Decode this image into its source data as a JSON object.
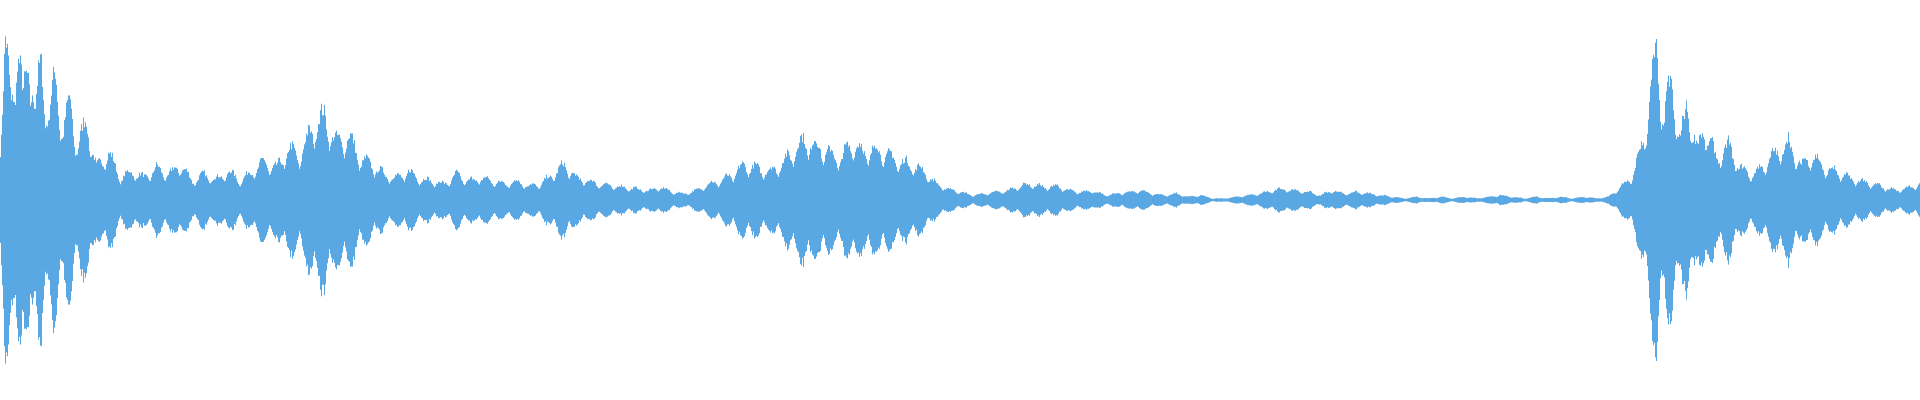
{
  "waveform": {
    "color": "#5aa8e3",
    "background": "#ffffff",
    "amplitude_envelope": [
      [
        0.0,
        0.4
      ],
      [
        0.2,
        0.98
      ],
      [
        0.45,
        0.6
      ],
      [
        0.7,
        1.0
      ],
      [
        0.95,
        0.62
      ],
      [
        1.2,
        0.95
      ],
      [
        1.45,
        0.55
      ],
      [
        1.7,
        0.88
      ],
      [
        2.0,
        0.5
      ],
      [
        2.3,
        0.78
      ],
      [
        2.6,
        0.42
      ],
      [
        2.9,
        0.62
      ],
      [
        3.2,
        0.33
      ],
      [
        3.6,
        0.5
      ],
      [
        4.0,
        0.2
      ],
      [
        4.5,
        0.3
      ],
      [
        5.0,
        0.14
      ],
      [
        5.5,
        0.18
      ],
      [
        6.0,
        0.14
      ],
      [
        6.5,
        0.2
      ],
      [
        7.0,
        0.16
      ],
      [
        7.5,
        0.22
      ],
      [
        8.0,
        0.12
      ],
      [
        8.5,
        0.16
      ],
      [
        9.0,
        0.13
      ],
      [
        9.5,
        0.18
      ],
      [
        10.0,
        0.12
      ],
      [
        10.5,
        0.18
      ],
      [
        11.0,
        0.24
      ],
      [
        11.5,
        0.2
      ],
      [
        12.0,
        0.32
      ],
      [
        12.5,
        0.28
      ],
      [
        13.0,
        0.46
      ],
      [
        13.5,
        0.52
      ],
      [
        14.0,
        0.36
      ],
      [
        14.5,
        0.4
      ],
      [
        15.0,
        0.26
      ],
      [
        15.5,
        0.22
      ],
      [
        16.0,
        0.16
      ],
      [
        16.5,
        0.14
      ],
      [
        17.0,
        0.18
      ],
      [
        17.5,
        0.13
      ],
      [
        18.0,
        0.12
      ],
      [
        18.5,
        0.1
      ],
      [
        19.0,
        0.16
      ],
      [
        19.5,
        0.12
      ],
      [
        20.0,
        0.14
      ],
      [
        20.5,
        0.12
      ],
      [
        21.0,
        0.1
      ],
      [
        21.5,
        0.12
      ],
      [
        22.0,
        0.09
      ],
      [
        22.5,
        0.1
      ],
      [
        23.0,
        0.16
      ],
      [
        23.5,
        0.22
      ],
      [
        24.0,
        0.14
      ],
      [
        24.5,
        0.12
      ],
      [
        25.0,
        0.1
      ],
      [
        25.5,
        0.09
      ],
      [
        26.0,
        0.08
      ],
      [
        26.5,
        0.07
      ],
      [
        27.0,
        0.06
      ],
      [
        27.5,
        0.08
      ],
      [
        28.0,
        0.05
      ],
      [
        28.5,
        0.04
      ],
      [
        29.0,
        0.06
      ],
      [
        29.5,
        0.1
      ],
      [
        30.0,
        0.12
      ],
      [
        30.5,
        0.16
      ],
      [
        31.0,
        0.22
      ],
      [
        31.5,
        0.2
      ],
      [
        32.0,
        0.18
      ],
      [
        32.5,
        0.22
      ],
      [
        33.0,
        0.3
      ],
      [
        33.5,
        0.38
      ],
      [
        34.0,
        0.34
      ],
      [
        34.5,
        0.3
      ],
      [
        35.0,
        0.26
      ],
      [
        35.5,
        0.36
      ],
      [
        36.0,
        0.3
      ],
      [
        36.5,
        0.32
      ],
      [
        37.0,
        0.28
      ],
      [
        37.5,
        0.24
      ],
      [
        38.0,
        0.22
      ],
      [
        38.5,
        0.18
      ],
      [
        39.0,
        0.1
      ],
      [
        39.5,
        0.07
      ],
      [
        40.0,
        0.05
      ],
      [
        40.5,
        0.03
      ],
      [
        41.0,
        0.04
      ],
      [
        41.5,
        0.05
      ],
      [
        42.0,
        0.06
      ],
      [
        42.5,
        0.09
      ],
      [
        43.0,
        0.1
      ],
      [
        43.5,
        0.08
      ],
      [
        44.0,
        0.09
      ],
      [
        44.5,
        0.06
      ],
      [
        45.0,
        0.05
      ],
      [
        45.5,
        0.06
      ],
      [
        46.0,
        0.03
      ],
      [
        46.5,
        0.04
      ],
      [
        47.0,
        0.05
      ],
      [
        47.5,
        0.06
      ],
      [
        48.0,
        0.04
      ],
      [
        48.5,
        0.03
      ],
      [
        49.0,
        0.04
      ],
      [
        49.5,
        0.02
      ],
      [
        50.0,
        0.03
      ],
      [
        50.5,
        0.01
      ],
      [
        51.0,
        0.01
      ],
      [
        51.5,
        0.02
      ],
      [
        52.0,
        0.03
      ],
      [
        52.5,
        0.04
      ],
      [
        53.0,
        0.06
      ],
      [
        53.5,
        0.07
      ],
      [
        54.0,
        0.06
      ],
      [
        54.5,
        0.05
      ],
      [
        55.0,
        0.03
      ],
      [
        55.5,
        0.06
      ],
      [
        56.0,
        0.04
      ],
      [
        56.5,
        0.05
      ],
      [
        57.0,
        0.04
      ],
      [
        57.5,
        0.03
      ],
      [
        58.0,
        0.02
      ],
      [
        58.5,
        0.01
      ],
      [
        59.0,
        0.02
      ],
      [
        59.5,
        0.01
      ],
      [
        60.0,
        0.02
      ],
      [
        60.5,
        0.01
      ],
      [
        61.0,
        0.02
      ],
      [
        61.5,
        0.01
      ],
      [
        62.0,
        0.02
      ],
      [
        62.5,
        0.03
      ],
      [
        63.0,
        0.02
      ],
      [
        63.5,
        0.01
      ],
      [
        64.0,
        0.02
      ],
      [
        64.5,
        0.01
      ],
      [
        65.0,
        0.02
      ],
      [
        65.5,
        0.01
      ],
      [
        66.0,
        0.02
      ],
      [
        66.5,
        0.01
      ],
      [
        67.0,
        0.02
      ],
      [
        67.5,
        0.08
      ],
      [
        68.0,
        0.15
      ],
      [
        68.5,
        0.4
      ],
      [
        69.0,
        0.92
      ],
      [
        69.3,
        0.5
      ],
      [
        69.6,
        0.74
      ],
      [
        70.0,
        0.38
      ],
      [
        70.3,
        0.6
      ],
      [
        70.7,
        0.32
      ],
      [
        71.0,
        0.46
      ],
      [
        71.5,
        0.26
      ],
      [
        72.0,
        0.34
      ],
      [
        72.5,
        0.2
      ],
      [
        73.0,
        0.16
      ],
      [
        73.5,
        0.22
      ],
      [
        74.0,
        0.3
      ],
      [
        74.5,
        0.36
      ],
      [
        75.0,
        0.22
      ],
      [
        75.5,
        0.28
      ],
      [
        76.0,
        0.2
      ],
      [
        76.5,
        0.18
      ],
      [
        77.0,
        0.14
      ],
      [
        77.5,
        0.12
      ],
      [
        78.0,
        0.1
      ],
      [
        78.5,
        0.08
      ],
      [
        79.0,
        0.06
      ],
      [
        79.5,
        0.08
      ],
      [
        80.0,
        0.1
      ]
    ]
  }
}
